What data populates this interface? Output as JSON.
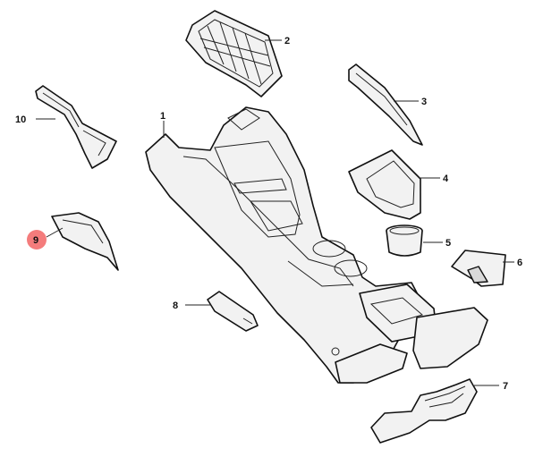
{
  "callouts": [
    {
      "id": "1",
      "label": "1"
    },
    {
      "id": "2",
      "label": "2"
    },
    {
      "id": "3",
      "label": "3"
    },
    {
      "id": "4",
      "label": "4"
    },
    {
      "id": "5",
      "label": "5"
    },
    {
      "id": "6",
      "label": "6"
    },
    {
      "id": "7",
      "label": "7"
    },
    {
      "id": "8",
      "label": "8"
    },
    {
      "id": "9",
      "label": "9",
      "highlighted": true
    },
    {
      "id": "10",
      "label": "10"
    }
  ],
  "highlight_color": "#f47c7c"
}
